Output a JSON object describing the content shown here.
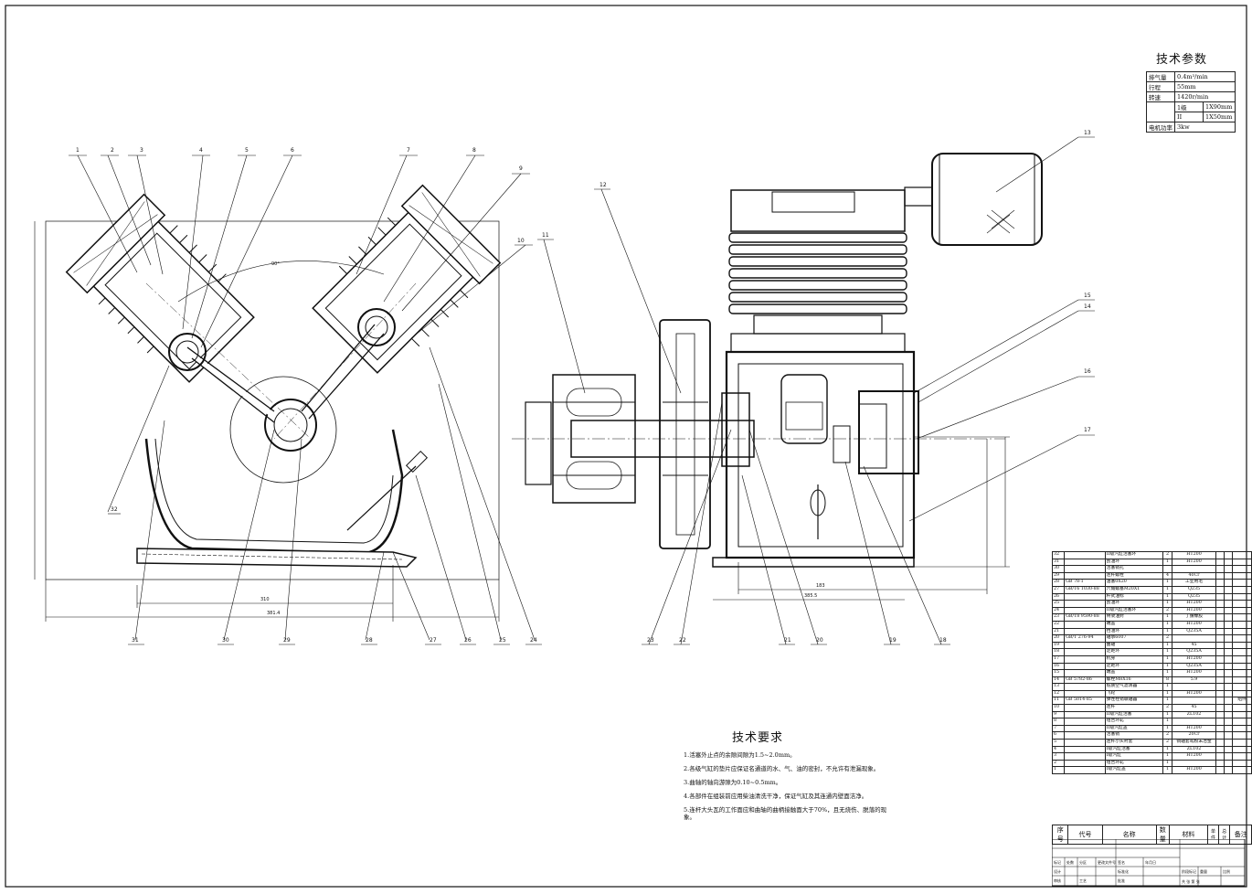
{
  "technical_params": {
    "title": "技术参数",
    "rows": [
      [
        "排气量",
        "0.4m³/min"
      ],
      [
        "行程",
        "55mm"
      ],
      [
        "转速",
        "1420r/min"
      ],
      [
        "",
        "1级",
        "1X90mm"
      ],
      [
        "",
        "II",
        "1X50mm"
      ],
      [
        "电机功率",
        "3kw"
      ]
    ]
  },
  "requirements": {
    "title": "技术要求",
    "items": [
      "1.活塞外止点的余隙间隙为1.5~2.0mm。",
      "2.各级气缸的垫片应保证名通道的水、气、油的密封，不允许有泄漏现象。",
      "3.曲轴的轴向游隙为0.10~0.5mm。",
      "4.各部件在组装前应用柴油清洗干净，保证气缸及其连通内壁面洁净。",
      "5.连杆大头瓦的工作面应和曲轴的曲柄接触面大于70%，且无烧伤、脱落的现象。"
    ]
  },
  "callouts": [
    "1",
    "2",
    "3",
    "4",
    "5",
    "6",
    "7",
    "8",
    "9",
    "10",
    "11",
    "12",
    "13",
    "14",
    "15",
    "16",
    "17",
    "18",
    "19",
    "20",
    "21",
    "22",
    "23",
    "24",
    "25",
    "26",
    "27",
    "28",
    "29",
    "30",
    "31",
    "32"
  ],
  "dimensions": [
    "90°",
    "310",
    "381.4",
    "385.5",
    "183"
  ],
  "bom": {
    "rows": [
      [
        "32",
        "",
        "II级汽缸活塞环",
        "2",
        "HT200",
        ""
      ],
      [
        "31",
        "",
        "刮油环",
        "1",
        "HT200",
        ""
      ],
      [
        "30",
        "",
        "活塞销孔",
        "",
        "",
        ""
      ],
      [
        "29",
        "",
        "连杆螺栓",
        "4",
        "40Cr",
        ""
      ],
      [
        "28",
        "GB 78-1",
        "油塞0X20",
        "1",
        "工业用毛",
        ""
      ],
      [
        "27",
        "GB/T6 1030-88",
        "六角螺塞M20X1",
        "1",
        "Q235",
        ""
      ],
      [
        "26",
        "",
        "杆式油标",
        "1",
        "Q235",
        ""
      ],
      [
        "25",
        "",
        "刮油环",
        "1",
        "HT200",
        ""
      ],
      [
        "24",
        "",
        "II级汽缸活塞环",
        "2",
        "HT200",
        ""
      ],
      [
        "23",
        "GB/T8 9590-88",
        "骨架油封",
        "1",
        "丁腈橡胶",
        ""
      ],
      [
        "22",
        "",
        "端盖",
        "1",
        "HT200",
        ""
      ],
      [
        "21",
        "",
        "挡油环",
        "1",
        "Q235A",
        ""
      ],
      [
        "20",
        "GB/T 276-94",
        "轴承6007",
        "2",
        "",
        ""
      ],
      [
        "19",
        "",
        "曲轴",
        "1",
        "45",
        ""
      ],
      [
        "18",
        "",
        "定距环",
        "1",
        "Q235A",
        ""
      ],
      [
        "17",
        "",
        "机身",
        "1",
        "HT200",
        ""
      ],
      [
        "16",
        "",
        "定距环",
        "1",
        "Q235A",
        ""
      ],
      [
        "15",
        "",
        "端盖",
        "1",
        "HT200",
        ""
      ],
      [
        "14",
        "GB 5782-86",
        "螺栓M8X16",
        "8",
        "5.9",
        ""
      ],
      [
        "13",
        "",
        "纸质空气滤清器",
        "1",
        "",
        ""
      ],
      [
        "12",
        "",
        "飞轮",
        "1",
        "HT200",
        ""
      ],
      [
        "11",
        "GB 5014-85",
        "弹性柱销联轴器",
        "1",
        "",
        "组件"
      ],
      [
        "10",
        "",
        "连杆",
        "2",
        "45",
        ""
      ],
      [
        "9",
        "",
        "II级汽缸活塞",
        "1",
        "ZL102",
        ""
      ],
      [
        "8",
        "",
        "组合环轧",
        "1",
        "",
        ""
      ],
      [
        "7",
        "",
        "II级汽缸盖",
        "1",
        "HT200",
        ""
      ],
      [
        "6",
        "",
        "活塞销",
        "2",
        "20Cr",
        ""
      ],
      [
        "5",
        "",
        "连杆小头衬套",
        "2",
        "铜轴套或粉末冶金",
        ""
      ],
      [
        "4",
        "",
        "I级汽缸活塞",
        "1",
        "ZL102",
        ""
      ],
      [
        "3",
        "",
        "I级汽缸",
        "1",
        "HT200",
        ""
      ],
      [
        "2",
        "",
        "组合环轧",
        "1",
        "",
        ""
      ],
      [
        "1",
        "",
        "I级汽缸盖",
        "1",
        "HT200",
        ""
      ]
    ],
    "header": [
      "序号",
      "代号",
      "名称",
      "数量",
      "材料",
      "单件",
      "总计",
      "备注"
    ]
  },
  "title_block": [
    "标记",
    "处数",
    "分区",
    "更改文件号",
    "签名",
    "年月日",
    "阶段标记",
    "重量",
    "比例",
    "设计",
    "标准化",
    "审核",
    "工艺",
    "批准",
    "共 张 第 张"
  ]
}
